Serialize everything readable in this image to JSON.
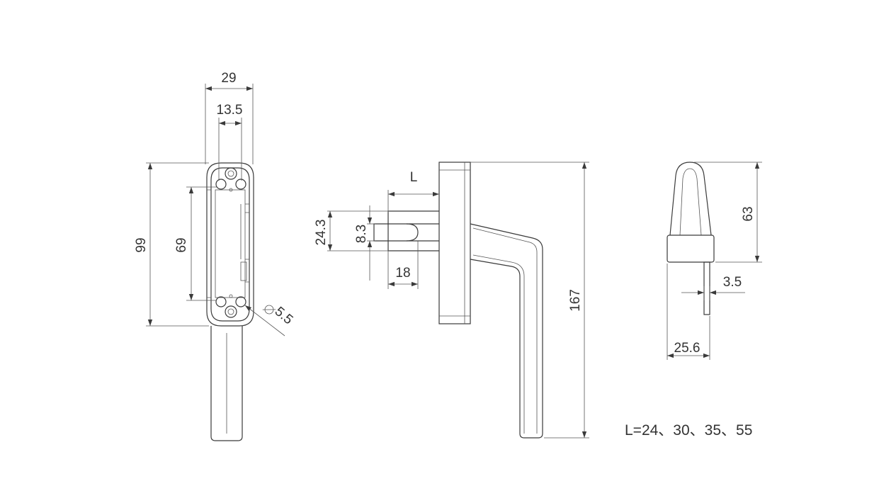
{
  "colors": {
    "line": "#3a3a3a",
    "text": "#333333",
    "background": "#ffffff"
  },
  "dimensions": {
    "front_width": "29",
    "spindle_spacing": "13.5",
    "base_height": "99",
    "hole_spacing": "69",
    "hole_diameter": "5.5",
    "spindle_length": "L",
    "base_width": "24.3",
    "spindle_square": "8.3",
    "slot_length": "18",
    "total_height": "167",
    "top_height": "63",
    "plate_thickness": "3.5",
    "top_width": "25.6"
  },
  "note": "L=24、30、35、55"
}
